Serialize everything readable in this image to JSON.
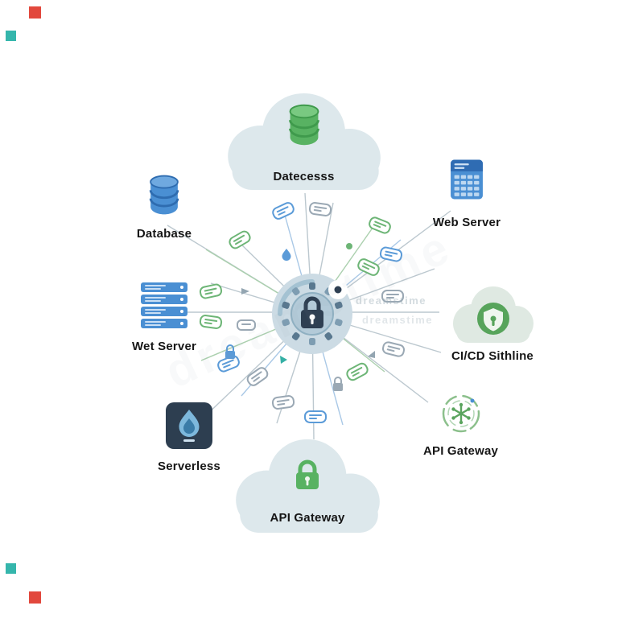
{
  "watermark": {
    "text": "dreamstime",
    "logo_colors": {
      "red": "#e2483d",
      "teal": "#35b6ac"
    }
  },
  "diagram": {
    "title_visible": false,
    "nodes": [
      {
        "id": "data-access-cloud",
        "label": "Datecesss",
        "icon": "database-cylinder-green"
      },
      {
        "id": "database",
        "label": "Database",
        "icon": "database-cylinder-blue"
      },
      {
        "id": "web-server",
        "label": "Web Server",
        "icon": "server-grid-panel"
      },
      {
        "id": "wet-server",
        "label": "Wet Server",
        "icon": "server-rack"
      },
      {
        "id": "cicd-pipeline",
        "label": "CI/CD Sithline",
        "icon": "cloud-shield"
      },
      {
        "id": "serverless",
        "label": "Serverless",
        "icon": "drop-tile"
      },
      {
        "id": "api-gateway",
        "label": "API Gateway",
        "icon": "dashed-circle-asterisk"
      },
      {
        "id": "api-gateway-cloud",
        "label": "API Gateway",
        "icon": "cloud-lock"
      }
    ],
    "center": {
      "icon": "padlock-gear-hub"
    },
    "icons": {
      "pill-icon": "rounded-rect credential chip",
      "lock-icon": "small padlock",
      "drop-icon": "water drop",
      "triangle-icon": "small arrowhead",
      "dot-icon": "small circle"
    },
    "colors": {
      "blue": "#4a8fd3",
      "blue_dark": "#2f6cb3",
      "green": "#58b262",
      "green_dark": "#3f9a4c",
      "gray_line": "#bcc8cf",
      "chip_gray": "#9aa8b4",
      "cloud_fill": "#dde8ec",
      "cloud_green_fill": "#dfe9e2",
      "hub_outer": "#ccdbe4",
      "hub_inner": "#b3cad8",
      "dark_navy": "#2d3e50",
      "text": "#161616"
    }
  }
}
